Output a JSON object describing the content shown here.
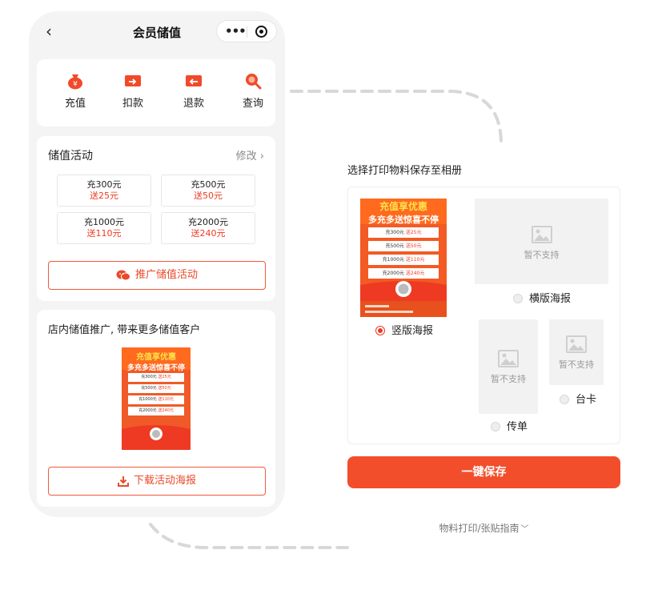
{
  "nav": {
    "back_icon": "chevron-left-icon",
    "title": "会员储值",
    "menu_icon": "more-dots-icon",
    "close_icon": "target-icon"
  },
  "actions": [
    {
      "label": "充值",
      "icon": "money-bag-icon"
    },
    {
      "label": "扣款",
      "icon": "card-deduct-icon"
    },
    {
      "label": "退款",
      "icon": "card-refund-icon"
    },
    {
      "label": "查询",
      "icon": "search-icon"
    }
  ],
  "activity": {
    "title": "储值活动",
    "edit_label": "修改",
    "tiers": [
      {
        "charge": "充300元",
        "bonus": "送25元"
      },
      {
        "charge": "充500元",
        "bonus": "送50元"
      },
      {
        "charge": "充1000元",
        "bonus": "送110元"
      },
      {
        "charge": "充2000元",
        "bonus": "送240元"
      }
    ],
    "promote_label": "推广储值活动"
  },
  "poster_card": {
    "title": "店内储值推广, 带来更多储值客户",
    "download_label": "下载活动海报"
  },
  "poster": {
    "headline": "充值享优惠",
    "subline": "多充多送惊喜不停",
    "rows": [
      {
        "charge": "充300元",
        "bonus": "送25元"
      },
      {
        "charge": "充500元",
        "bonus": "送50元"
      },
      {
        "charge": "充1000元",
        "bonus": "送110元"
      },
      {
        "charge": "充2000元",
        "bonus": "送240元"
      }
    ]
  },
  "panel": {
    "title": "选择打印物料保存至相册",
    "unsupported": "暂不支持",
    "options": [
      {
        "label": "竖版海报",
        "selected": true
      },
      {
        "label": "横版海报",
        "selected": false
      },
      {
        "label": "传单",
        "selected": false
      },
      {
        "label": "台卡",
        "selected": false
      }
    ],
    "save_label": "一键保存",
    "guide_label": "物料打印/张贴指南"
  },
  "colors": {
    "accent": "#f24e2c",
    "poster": "#f35a24",
    "bonus": "#ee3a22"
  }
}
